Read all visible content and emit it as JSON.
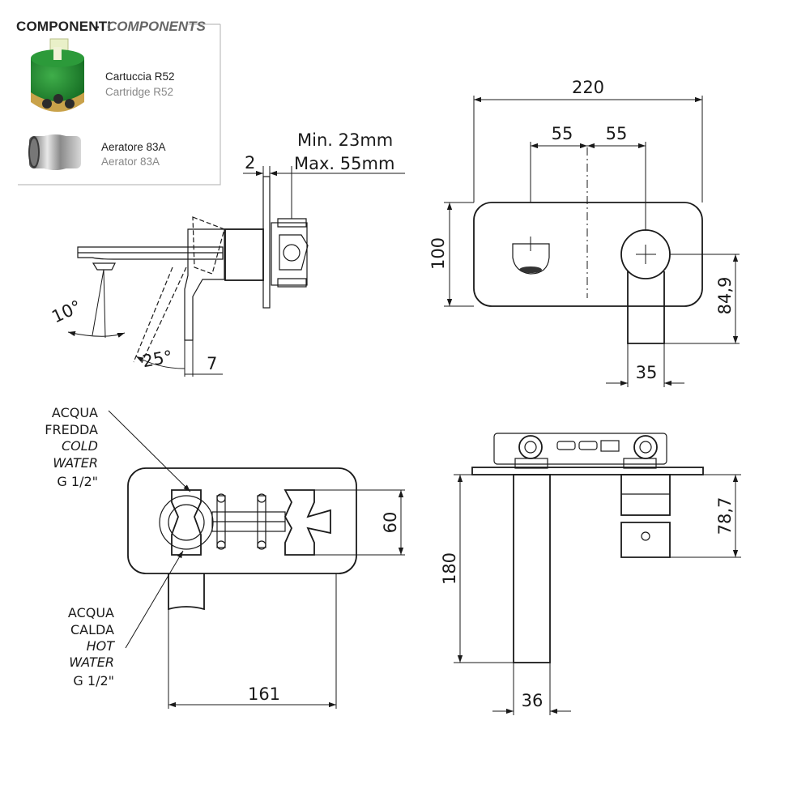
{
  "components_box": {
    "title": "COMPONENTI",
    "separator": "-",
    "title_en": "COMPONENTS",
    "items": [
      {
        "name_it": "Cartuccia R52",
        "name_en": "Cartridge R52",
        "icon": "cartridge-icon",
        "color": "#1f8a2e"
      },
      {
        "name_it": "Aeratore 83A",
        "name_en": "Aerator 83A",
        "icon": "aerator-icon",
        "color": "#9a9a9a"
      }
    ]
  },
  "side_view": {
    "wall_thickness": "2",
    "range_min": "Min. 23mm",
    "range_max": "Max. 55mm",
    "spout_angle": "10°",
    "lever_angle": "25°",
    "lever_offset": "7"
  },
  "front_view": {
    "width": "220",
    "spacing_left": "55",
    "spacing_right": "55",
    "height": "100",
    "lever_height": "84,9",
    "lever_width": "35"
  },
  "rear_view": {
    "cold_label_it_1": "ACQUA",
    "cold_label_it_2": "FREDDA",
    "cold_label_en_1": "COLD",
    "cold_label_en_2": "WATER",
    "cold_thread": "G 1/2\"",
    "hot_label_it_1": "ACQUA",
    "hot_label_it_2": "CALDA",
    "hot_label_en_1": "HOT",
    "hot_label_en_2": "WATER",
    "hot_thread": "G 1/2\"",
    "body_height": "60",
    "depth": "161"
  },
  "top_view": {
    "spout_length": "180",
    "lever_depth": "78,7",
    "spout_width": "36"
  }
}
